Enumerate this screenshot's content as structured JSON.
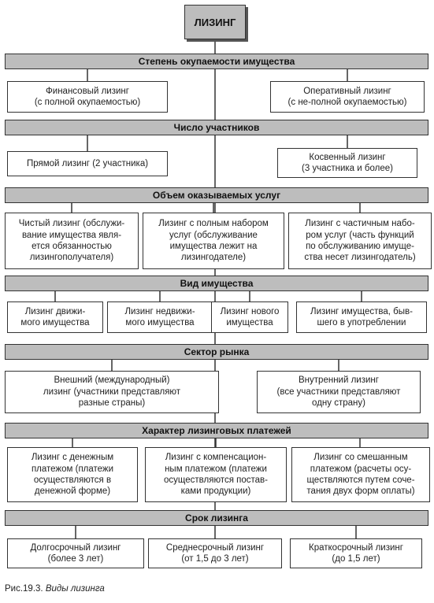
{
  "root": "ЛИЗИНГ",
  "sections": [
    {
      "title": "Степень окупаемости имущества",
      "items": [
        "Финансовый лизинг\n(с полной окупаемостью)",
        "Оперативный лизинг\n(с не-полной окупаемостью)"
      ]
    },
    {
      "title": "Число участников",
      "items": [
        "Прямой лизинг (2 участника)",
        "Косвенный лизинг\n(3 участника и более)"
      ]
    },
    {
      "title": "Объем оказываемых услуг",
      "items": [
        "Чистый лизинг (обслужи-\nвание имущества явля-\nется обязанностью\nлизингополучателя)",
        "Лизинг с полным набором\nуслуг (обслуживание\nимущества лежит на\nлизингодателе)",
        "Лизинг с частичным набо-\nром услуг (часть функций\nпо обслуживанию имуще-\nства несет лизингодатель)"
      ]
    },
    {
      "title": "Вид имущества",
      "items": [
        "Лизинг движи-\nмого имущества",
        "Лизинг недвижи-\nмого имущества",
        "Лизинг нового\nимущества",
        "Лизинг имущества, быв-\nшего в употреблении"
      ]
    },
    {
      "title": "Сектор рынка",
      "items": [
        "Внешний (международный)\nлизинг (участники представляют\nразные страны)",
        "Внутренний лизинг\n(все участники представляют\nодну страну)"
      ]
    },
    {
      "title": "Характер лизинговых платежей",
      "items": [
        "Лизинг с денежным\nплатежом (платежи\nосуществляются в\nденежной форме)",
        "Лизинг с компенсацион-\nным платежом (платежи\nосуществляются постав-\nками продукции)",
        "Лизинг со смешанным\nплатежом (расчеты осу-\nществляются путем соче-\nтания двух форм оплаты)"
      ]
    },
    {
      "title": "Срок лизинга",
      "items": [
        "Долгосрочный лизинг\n(более 3 лет)",
        "Среднесрочный лизинг\n(от 1,5 до 3 лет)",
        "Краткосрочный лизинг\n(до 1,5 лет)"
      ]
    }
  ],
  "caption": {
    "prefix": "Рис.19.3.",
    "name": "Виды лизинга"
  }
}
